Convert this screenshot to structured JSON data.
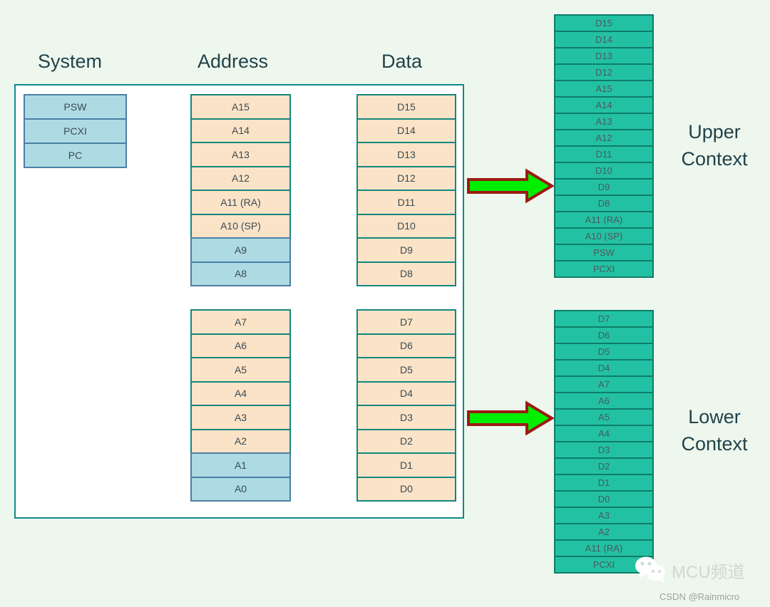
{
  "headings": {
    "system": "System",
    "address": "Address",
    "data": "Data"
  },
  "colors": {
    "background": "#eef7ed",
    "frame_border": "#0f8a8a",
    "peach_fill": "#fbe3c7",
    "peach_border": "#12867f",
    "blue_fill": "#aedbe3",
    "blue_border": "#4a7fa5",
    "context_fill": "#23c1a4",
    "context_border": "#0d7d68",
    "arrow_fill": "#00ee00",
    "arrow_border": "#9c1a13",
    "heading_text": "#22424a"
  },
  "system_block": {
    "name": "System Registers",
    "rows": [
      {
        "label": "PSW",
        "style": "blue"
      },
      {
        "label": "PCXI",
        "style": "blue"
      },
      {
        "label": "PC",
        "style": "blue"
      }
    ]
  },
  "address_upper": {
    "name": "Address Registers Upper",
    "rows": [
      {
        "label": "A15",
        "style": "peach"
      },
      {
        "label": "A14",
        "style": "peach"
      },
      {
        "label": "A13",
        "style": "peach"
      },
      {
        "label": "A12",
        "style": "peach"
      },
      {
        "label": "A11 (RA)",
        "style": "peach"
      },
      {
        "label": "A10 (SP)",
        "style": "peach"
      },
      {
        "label": "A9",
        "style": "blue"
      },
      {
        "label": "A8",
        "style": "blue"
      }
    ]
  },
  "address_lower": {
    "name": "Address Registers Lower",
    "rows": [
      {
        "label": "A7",
        "style": "peach"
      },
      {
        "label": "A6",
        "style": "peach"
      },
      {
        "label": "A5",
        "style": "peach"
      },
      {
        "label": "A4",
        "style": "peach"
      },
      {
        "label": "A3",
        "style": "peach"
      },
      {
        "label": "A2",
        "style": "peach"
      },
      {
        "label": "A1",
        "style": "blue"
      },
      {
        "label": "A0",
        "style": "blue"
      }
    ]
  },
  "data_upper": {
    "name": "Data Registers Upper",
    "rows": [
      {
        "label": "D15",
        "style": "peach"
      },
      {
        "label": "D14",
        "style": "peach"
      },
      {
        "label": "D13",
        "style": "peach"
      },
      {
        "label": "D12",
        "style": "peach"
      },
      {
        "label": "D11",
        "style": "peach"
      },
      {
        "label": "D10",
        "style": "peach"
      },
      {
        "label": "D9",
        "style": "peach"
      },
      {
        "label": "D8",
        "style": "peach"
      }
    ]
  },
  "data_lower": {
    "name": "Data Registers Lower",
    "rows": [
      {
        "label": "D7",
        "style": "peach"
      },
      {
        "label": "D6",
        "style": "peach"
      },
      {
        "label": "D5",
        "style": "peach"
      },
      {
        "label": "D4",
        "style": "peach"
      },
      {
        "label": "D3",
        "style": "peach"
      },
      {
        "label": "D2",
        "style": "peach"
      },
      {
        "label": "D1",
        "style": "peach"
      },
      {
        "label": "D0",
        "style": "peach"
      }
    ]
  },
  "context_upper": {
    "label_line1": "Upper",
    "label_line2": "Context",
    "rows": [
      {
        "label": "D15"
      },
      {
        "label": "D14"
      },
      {
        "label": "D13"
      },
      {
        "label": "D12"
      },
      {
        "label": "A15"
      },
      {
        "label": "A14"
      },
      {
        "label": "A13"
      },
      {
        "label": "A12"
      },
      {
        "label": "D11"
      },
      {
        "label": "D10"
      },
      {
        "label": "D9"
      },
      {
        "label": "D8"
      },
      {
        "label": "A11 (RA)"
      },
      {
        "label": "A10 (SP)"
      },
      {
        "label": "PSW"
      },
      {
        "label": "PCXI"
      }
    ]
  },
  "context_lower": {
    "label_line1": "Lower",
    "label_line2": "Context",
    "rows": [
      {
        "label": "D7"
      },
      {
        "label": "D6"
      },
      {
        "label": "D5"
      },
      {
        "label": "D4"
      },
      {
        "label": "A7"
      },
      {
        "label": "A6"
      },
      {
        "label": "A5"
      },
      {
        "label": "A4"
      },
      {
        "label": "D3"
      },
      {
        "label": "D2"
      },
      {
        "label": "D1"
      },
      {
        "label": "D0"
      },
      {
        "label": "A3"
      },
      {
        "label": "A2"
      },
      {
        "label": "A11 (RA)"
      },
      {
        "label": "PCXI"
      }
    ]
  },
  "arrows": {
    "upper_name": "save-upper-context-arrow",
    "lower_name": "save-lower-context-arrow"
  },
  "watermark": {
    "text": "MCU频道",
    "credit": "CSDN @Rainmicro"
  }
}
